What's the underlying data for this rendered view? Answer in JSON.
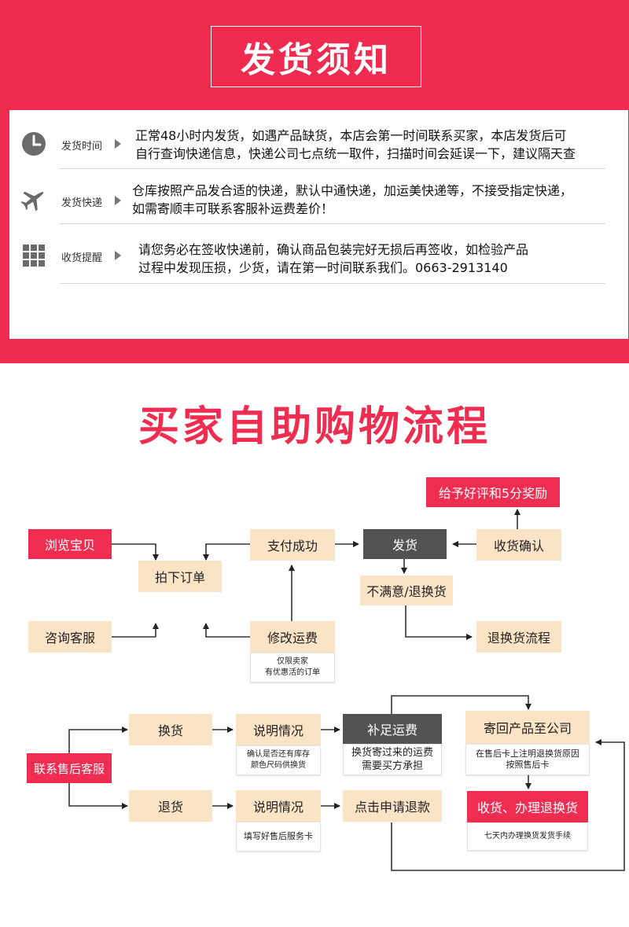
{
  "notice": {
    "title": "发货须知",
    "rows": [
      {
        "icon": "clock-icon",
        "label": "发货时间",
        "line1": "正常48小时内发货，如遇产品缺货，本店会第一时间联系买家，本店发货后可",
        "line2": "自行查询快递信息，快递公司七点统一取件，扫描时间会延误一下，建议隔天查"
      },
      {
        "icon": "airplane-icon",
        "label": "发货快递",
        "line1": "仓库按照产品发合适的快递，默认中通快递，加运美快递等，不接受指定快递，",
        "line2": "如需寄顺丰可联系客服补运费差价！"
      },
      {
        "icon": "grid-icon",
        "label": "收货提醒",
        "line1": "请您务必在签收快递前，确认商品包装完好无损后再签收，如检验产品",
        "line2": "过程中发现压损，少货，请在第一时间联系我们。0663-2913140"
      }
    ]
  },
  "flow": {
    "title": "买家自助购物流程",
    "nodes": {
      "browse": "浏览宝贝",
      "place_order": "拍下订单",
      "pay_success": "支付成功",
      "ship": "发货",
      "confirm_receipt": "收货确认",
      "reward": "给予好评和5分奖励",
      "unsatisfied": "不满意/退换货",
      "return_process": "退换货流程",
      "consult": "咨询客服",
      "modify_fee": "修改运费",
      "modify_note_1": "仅限卖家",
      "modify_note_2": "有优惠活的订单"
    },
    "after_sales": {
      "contact": "联系售后客服",
      "exchange": "换货",
      "explain_1": "说明情况",
      "explain_1_note_1": "确认是否还有库存",
      "explain_1_note_2": "颜色尺码供换货",
      "supplement_fee": "补足运费",
      "supplement_note_1": "换货寄过来的运费",
      "supplement_note_2": "需要买方承担",
      "send_back": "寄回产品至公司",
      "send_back_note_1": "在售后卡上注明退换货原因",
      "send_back_note_2": "按照售后卡",
      "refund_goods": "退货",
      "explain_2": "说明情况",
      "explain_2_note": "填写好售后服务卡",
      "apply_refund": "点击申请退款",
      "receive_process": "收货、办理退换货",
      "receive_note": "七天内办理换货发货手续"
    }
  },
  "colors": {
    "brand_red": "#ee2d51",
    "peach": "#fbe3c6",
    "dark_gray": "#535353"
  }
}
